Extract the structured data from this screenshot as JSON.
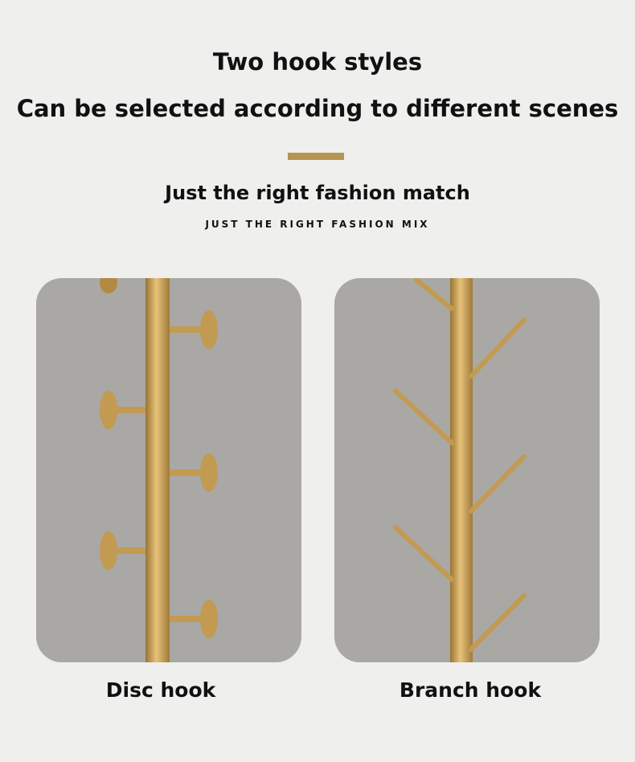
{
  "header": {
    "title": "Two hook styles",
    "subtitle": "Can be selected according to different scenes",
    "tagline": "Just the right fashion match",
    "tagline_caps": "JUST THE RIGHT FASHION MIX",
    "accent_color": "#b69552"
  },
  "products": [
    {
      "label": "Disc hook"
    },
    {
      "label": "Branch hook"
    }
  ]
}
